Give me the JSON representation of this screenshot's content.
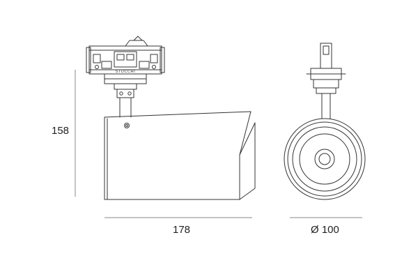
{
  "dimensions": {
    "height": "158",
    "length": "178",
    "diameter": "Ø 100"
  },
  "logo_text": "STUCCHI",
  "colors": {
    "stroke": "#333333",
    "dim_line": "#888888",
    "background": "#ffffff"
  }
}
